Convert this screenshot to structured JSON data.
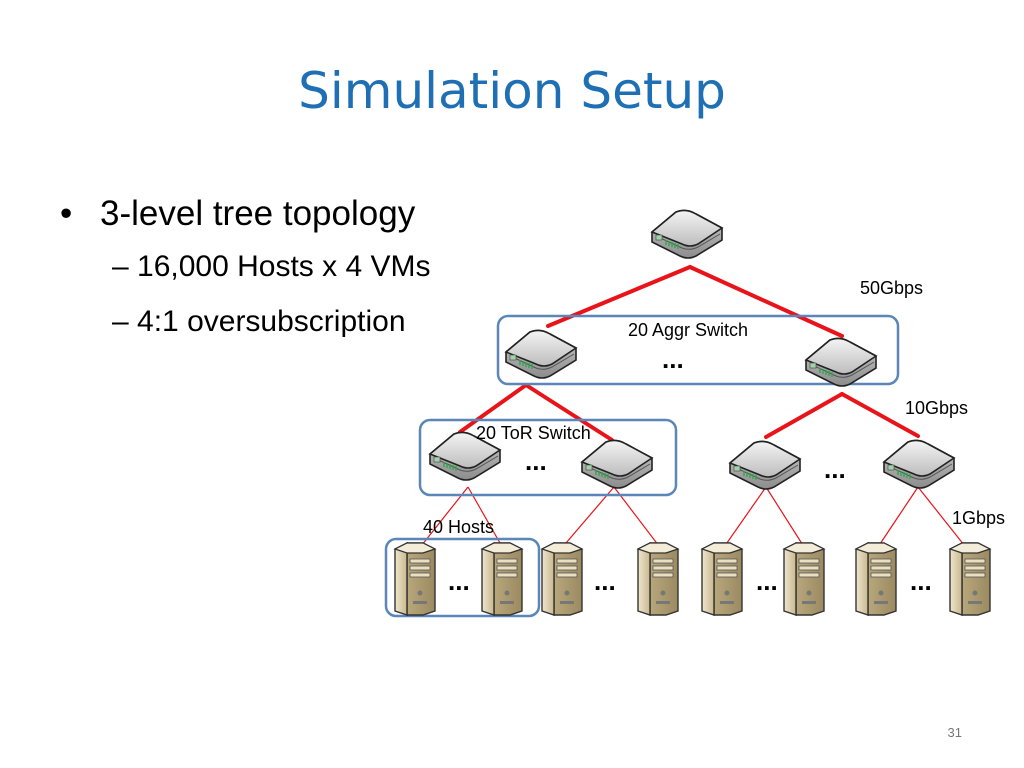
{
  "slide": {
    "title": "Simulation Setup",
    "page_number": "31"
  },
  "bullets": {
    "level1": {
      "marker": "•",
      "text": "3-level tree topology"
    },
    "level2": [
      {
        "marker": "–",
        "text": "16,000 Hosts x 4 VMs"
      },
      {
        "marker": "–",
        "text": "4:1 oversubscription"
      }
    ]
  },
  "diagram": {
    "labels": {
      "aggr_group": "20 Aggr Switch",
      "tor_group": "20 ToR Switch",
      "host_group": "40 Hosts",
      "core_link": "50Gbps",
      "aggr_link": "10Gbps",
      "host_link": "1Gbps"
    },
    "ellipsis": "...",
    "colors": {
      "link_thick": "#e8141a",
      "link_thin": "#e8141a",
      "group_box": "#5a86b8",
      "switch_body": "#d9d9d9",
      "server_body": "#d8c9a6"
    },
    "icons": {
      "switch": "network-switch-icon",
      "server": "server-tower-icon"
    }
  }
}
